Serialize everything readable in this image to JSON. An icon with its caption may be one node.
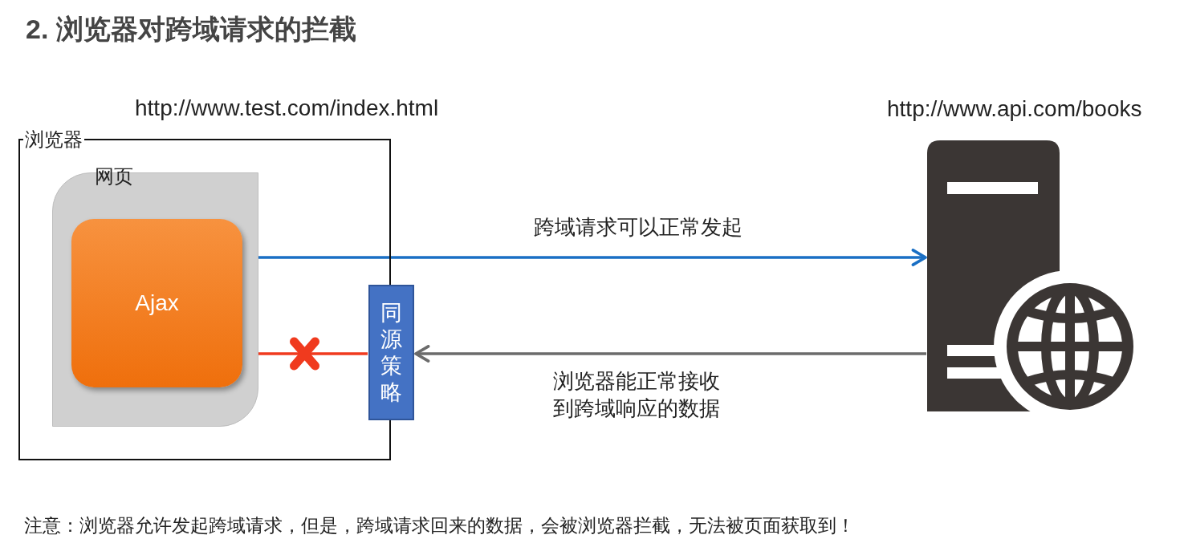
{
  "diagram": {
    "title": "2. 浏览器对跨域请求的拦截",
    "nodes": [
      {
        "text": [
          "浏览器"
        ],
        "beside": [
          "http://www.test.com/index.html"
        ]
      },
      {
        "text": [
          "网页"
        ],
        "in": 0
      },
      {
        "text": [
          "Ajax"
        ],
        "in": 1
      },
      {
        "text": [
          "同源策略"
        ]
      },
      {
        "text": [],
        "shape": "server",
        "beside": [
          "http://www.api.com/books"
        ]
      }
    ],
    "edges": [
      {
        "from": 2,
        "to": 4,
        "arrow": "to",
        "label": "跨域请求可以正常发起",
        "color": "#1a6fc4"
      },
      {
        "from": 4,
        "to": 3,
        "arrow": "to",
        "label": "浏览器能正常接收到跨域响应的数据",
        "color": "#6b6b6b"
      },
      {
        "from": 3,
        "to": 2,
        "arrow": "to",
        "color": "#f03a1e"
      }
    ],
    "labels": [
      "注意：浏览器允许发起跨域请求，但是，跨域请求回来的数据，会被浏览器拦截，无法被页面获取到！"
    ]
  }
}
